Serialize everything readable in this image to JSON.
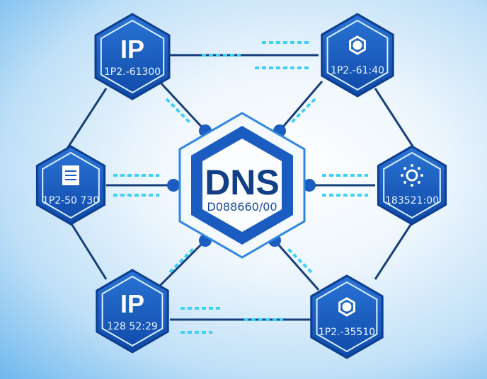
{
  "center": {
    "title": "DNS",
    "value": "D088660/00"
  },
  "nodes": [
    {
      "id": "top-left",
      "icon": "ip-text",
      "title": "IP",
      "value": "1P2.-61300"
    },
    {
      "id": "top-right",
      "icon": "gear-icon",
      "value": "1P2.-61:40"
    },
    {
      "id": "left",
      "icon": "document-icon",
      "value": "1P2-50 730"
    },
    {
      "id": "right",
      "icon": "sun-gear-icon",
      "value": "183521:00"
    },
    {
      "id": "bottom-left",
      "icon": "ip-text",
      "title": "IP",
      "value": "128 52:29"
    },
    {
      "id": "bottom-right",
      "icon": "location-pin-icon",
      "value": "1P2.-35510"
    }
  ],
  "colors": {
    "node": "#1a5cc0",
    "node_dark": "#0d3d8f",
    "accent": "#3fd0f5",
    "line": "#163f7a"
  }
}
